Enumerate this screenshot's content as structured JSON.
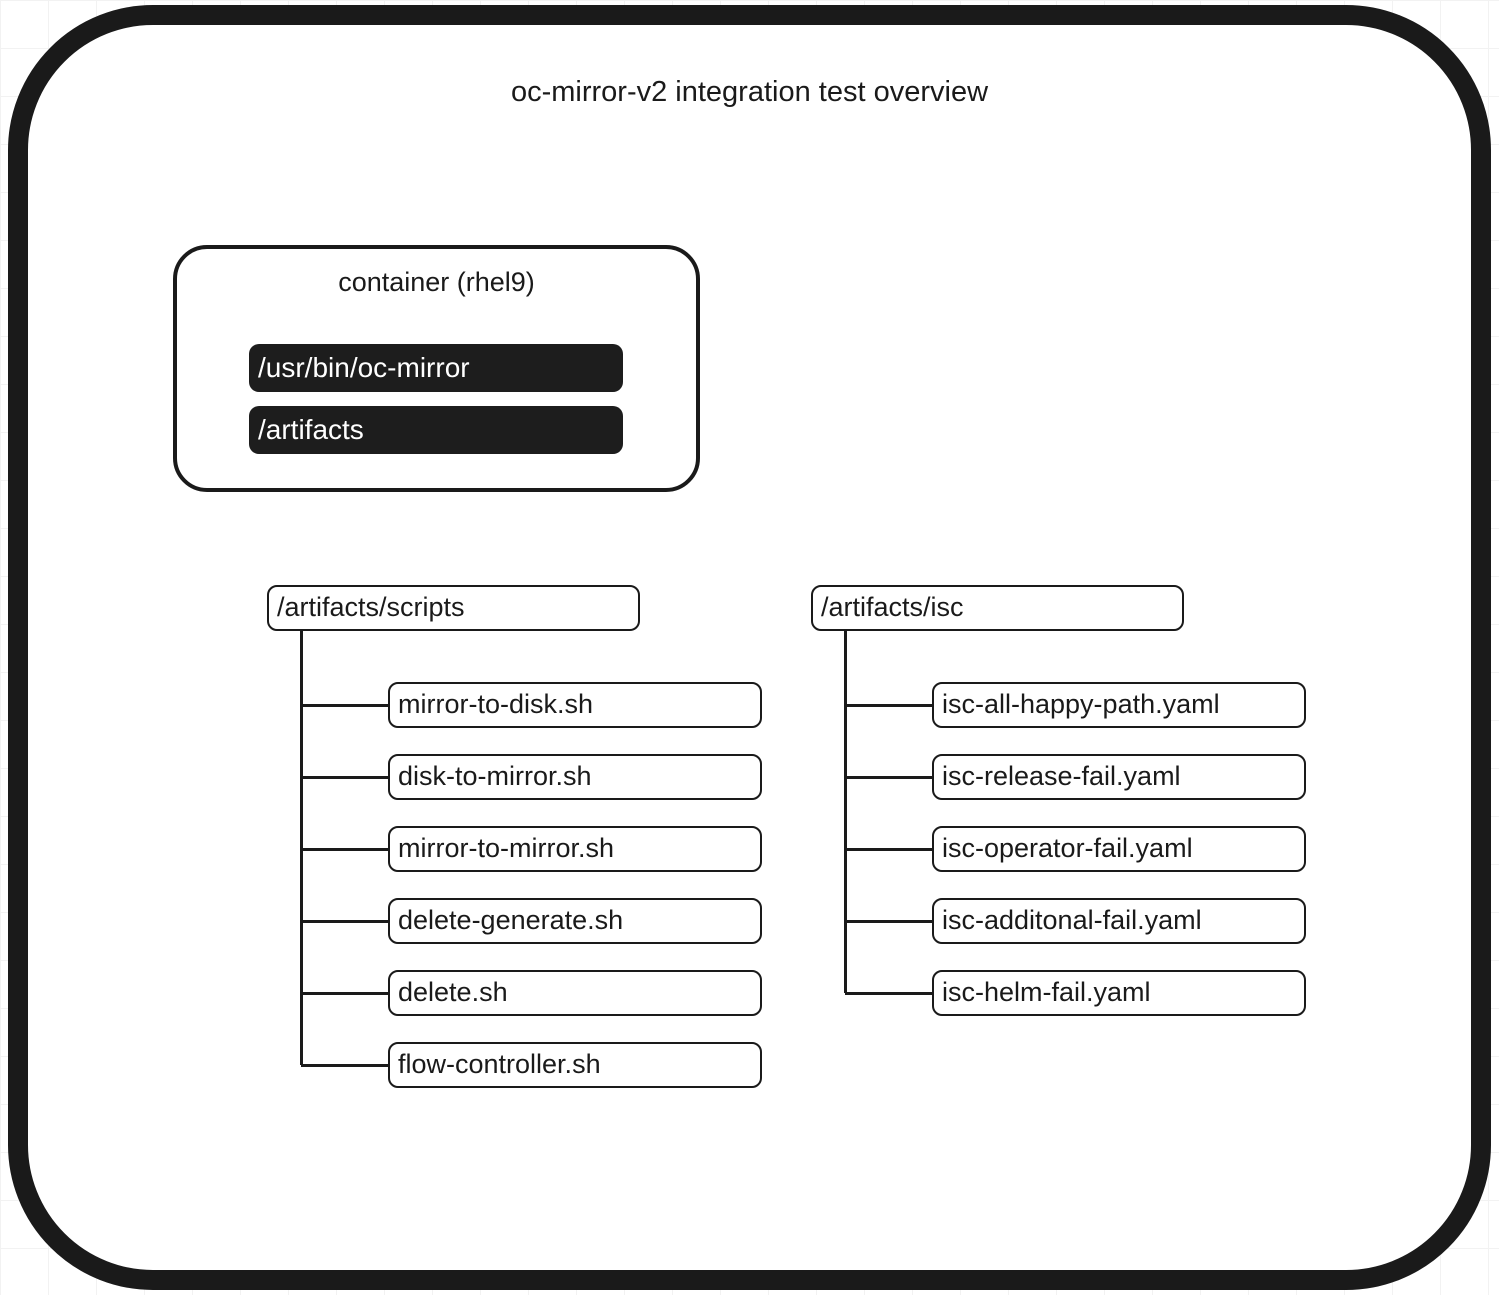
{
  "title": "oc-mirror-v2 integration test overview",
  "container": {
    "label": "container (rhel9)",
    "items": [
      {
        "label": "/usr/bin/oc-mirror"
      },
      {
        "label": "/artifacts"
      }
    ]
  },
  "trees": [
    {
      "root": "/artifacts/scripts",
      "children": [
        "mirror-to-disk.sh",
        "disk-to-mirror.sh",
        "mirror-to-mirror.sh",
        "delete-generate.sh",
        "delete.sh",
        "flow-controller.sh"
      ]
    },
    {
      "root": "/artifacts/isc",
      "children": [
        "isc-all-happy-path.yaml",
        "isc-release-fail.yaml",
        "isc-operator-fail.yaml",
        "isc-additonal-fail.yaml",
        "isc-helm-fail.yaml"
      ]
    }
  ],
  "colors": {
    "stroke": "#1a1a1a",
    "dark_fill": "#1d1d1d",
    "text": "#1a1a1a",
    "text_on_dark": "#ffffff",
    "canvas_background": "#ffffff",
    "grid_line": "#f2f2f2"
  }
}
